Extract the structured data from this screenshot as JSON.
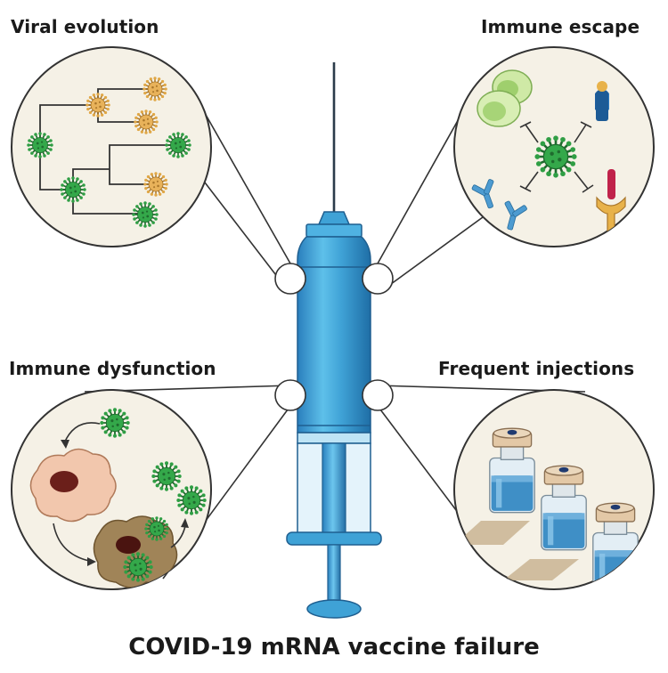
{
  "panels": {
    "top_left": {
      "title": "Viral evolution"
    },
    "top_right": {
      "title": "Immune escape"
    },
    "bottom_left": {
      "title": "Immune dysfunction"
    },
    "bottom_right": {
      "title": "Frequent injections"
    }
  },
  "caption": "COVID-19 mRNA vaccine failure",
  "colors": {
    "outline": "#333333",
    "panel_fill": "#f5f1e6",
    "virus_green": "#2f9e44",
    "virus_orange": "#e0a746",
    "syringe_blue": "#3fa2d6",
    "syringe_dark": "#2a6f9e",
    "cell_green": "#b8de8a",
    "antibody_blue": "#4d9bd1",
    "receptor_yellow": "#e8b24a",
    "receptor_red": "#c0224a",
    "macrophage": "#f2c7ad",
    "macrophage_dark": "#a07a50"
  },
  "icons": [
    "virus-icon",
    "syringe-icon",
    "antibody-icon",
    "cell-icon",
    "vial-icon",
    "receptor-icon"
  ]
}
